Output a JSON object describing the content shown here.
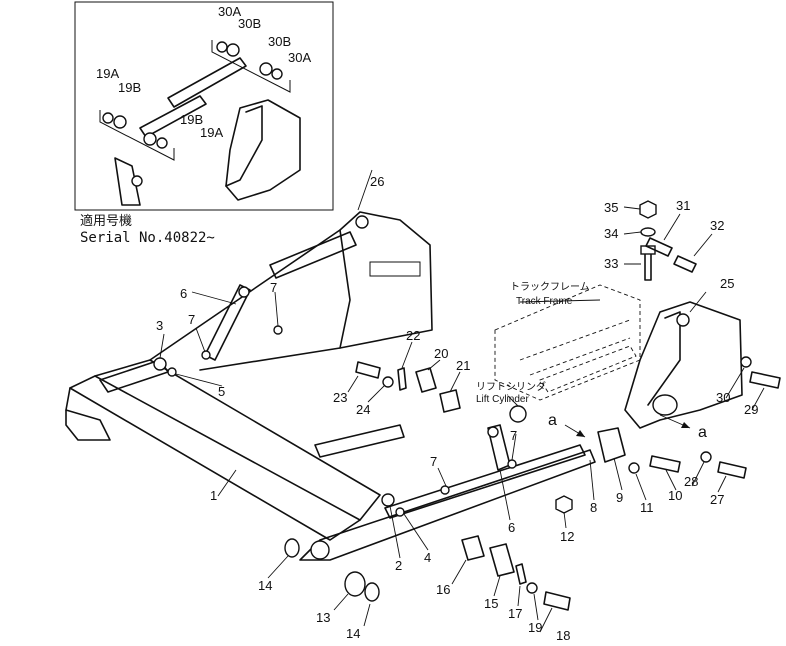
{
  "inset": {
    "labels": [
      "30A",
      "30B",
      "30B",
      "30A",
      "19A",
      "19B",
      "19B",
      "19A"
    ],
    "applicable_model_jp": "適用号機",
    "serial": "Serial  No.40822~"
  },
  "annotations": {
    "track_frame_jp": "トラックフレーム",
    "track_frame_en": "Track  Frame",
    "lift_cylinder_jp": "リフトシリンダ",
    "lift_cylinder_en": "Lift  Cylinder",
    "section_mark": "a"
  },
  "part_numbers": {
    "p1": "1",
    "p2": "2",
    "p3": "3",
    "p4": "4",
    "p5": "5",
    "p6a": "6",
    "p6b": "6",
    "p7a": "7",
    "p7b": "7",
    "p7c": "7",
    "p7d": "7",
    "p8": "8",
    "p9": "9",
    "p10": "10",
    "p11": "11",
    "p12": "12",
    "p13": "13",
    "p14a": "14",
    "p14b": "14",
    "p15": "15",
    "p16": "16",
    "p17": "17",
    "p18": "18",
    "p19": "19",
    "p20": "20",
    "p21": "21",
    "p22": "22",
    "p23": "23",
    "p24": "24",
    "p25": "25",
    "p26": "26",
    "p27": "27",
    "p28": "28",
    "p29": "29",
    "p30": "30",
    "p31": "31",
    "p32": "32",
    "p33": "33",
    "p34": "34",
    "p35": "35"
  }
}
